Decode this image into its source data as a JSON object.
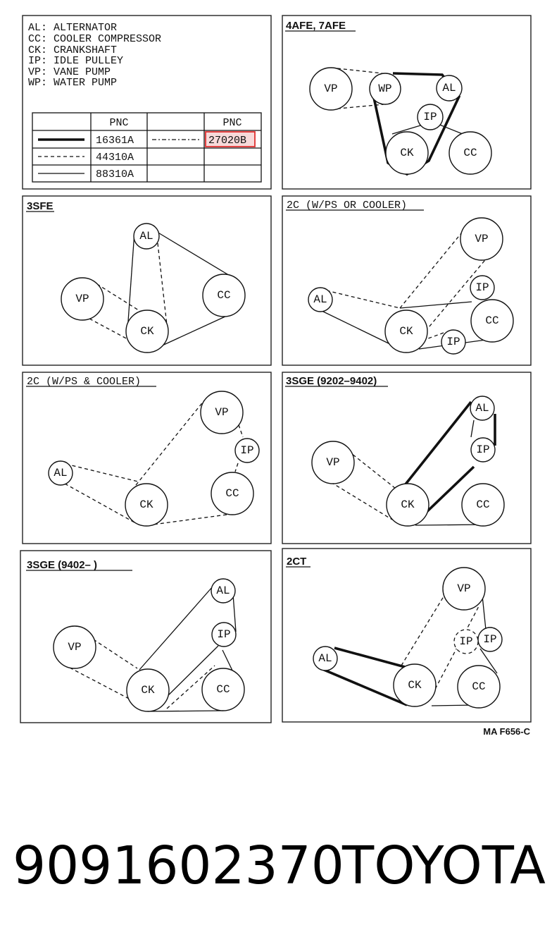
{
  "legend": {
    "lines": [
      "AL: ALTERNATOR",
      "CC: COOLER COMPRESSOR",
      "CK: CRANKSHAFT",
      "IP: IDLE PULLEY",
      "VP: VANE PUMP",
      "WP: WATER PUMP"
    ],
    "table": {
      "header1": "PNC",
      "header2": "PNC",
      "rows": [
        {
          "style": "thick",
          "pnc": "16361A"
        },
        {
          "style": "dashed",
          "pnc": "44310A"
        },
        {
          "style": "thin",
          "pnc": "88310A"
        }
      ],
      "extra_style": "dash-dot",
      "highlight_pnc": "27020B",
      "highlight_color": "#e03030"
    }
  },
  "panels": {
    "p4afe": "4AFE, 7AFE",
    "p3sfe": "3SFE",
    "p2c_or": "2C (W/PS  OR  COOLER)",
    "p2c_and": "2C (W/PS  &  COOLER)",
    "p3sge_a": "3SGE (9202–9402)",
    "p3sge_b": "3SGE (9402–      )",
    "p2ct": "2CT"
  },
  "labels": {
    "VP": "VP",
    "WP": "WP",
    "AL": "AL",
    "IP": "IP",
    "CK": "CK",
    "CC": "CC"
  },
  "figure_code": "MA F656-C",
  "part_number": "9091602370",
  "brand": "TOYOTA"
}
